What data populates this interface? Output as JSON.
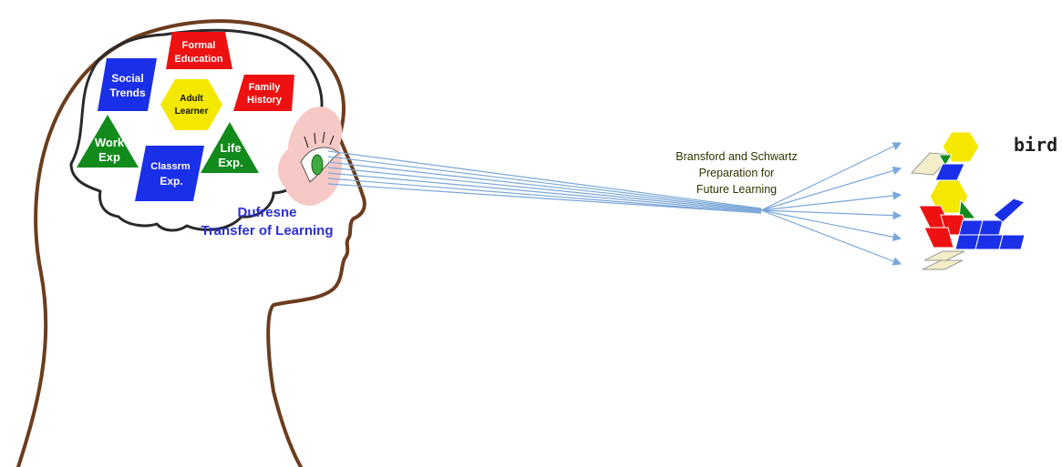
{
  "brain_shapes": {
    "formal_education": [
      "Formal",
      "Education"
    ],
    "social_trends": [
      "Social",
      "Trends"
    ],
    "adult_learner": [
      "Adult",
      "Learner"
    ],
    "family_history": [
      "Family",
      "History"
    ],
    "work_exp": [
      "Work",
      "Exp"
    ],
    "classrm_exp": [
      "Classrm",
      "Exp."
    ],
    "life_exp": [
      "Life",
      "Exp."
    ]
  },
  "dufresne_label": [
    "Dufresne",
    "Transfer of Learning"
  ],
  "bransford_label": [
    "Bransford and Schwartz",
    "Preparation for",
    "Future Learning"
  ],
  "bird_label": "bird",
  "colors": {
    "head_outline": "#6b3d1e",
    "red": "#ee1111",
    "blue": "#1a2fe8",
    "green": "#138a1c",
    "yellow": "#f5e800",
    "tan": "#f3edc8",
    "arrow": "#7aa7d8",
    "text_blue": "#2b2fd6",
    "text_bransford": "#333300"
  }
}
